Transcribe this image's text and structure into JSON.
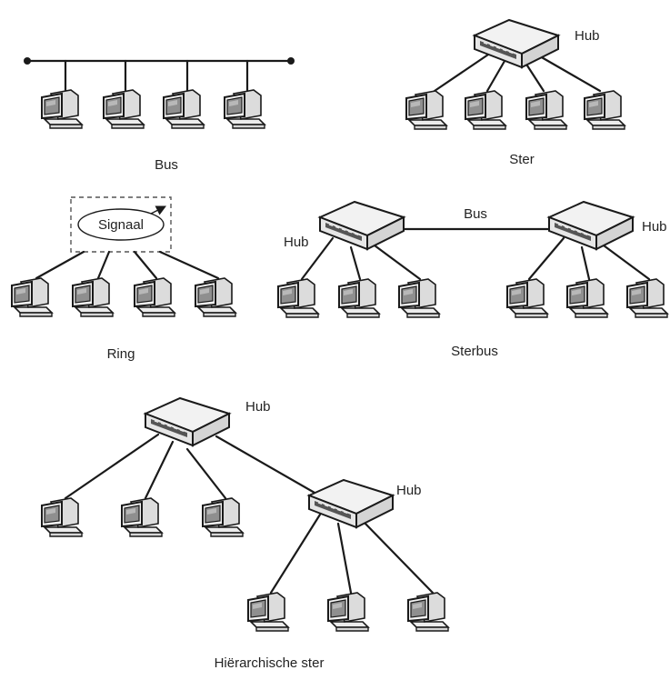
{
  "labels": {
    "bus": "Bus",
    "ster": "Ster",
    "ring": "Ring",
    "signaal": "Signaal",
    "sterbus": "Sterbus",
    "sterbus_link": "Bus",
    "hierarchische_ster": "Hiërarchische ster",
    "hub": "Hub"
  }
}
